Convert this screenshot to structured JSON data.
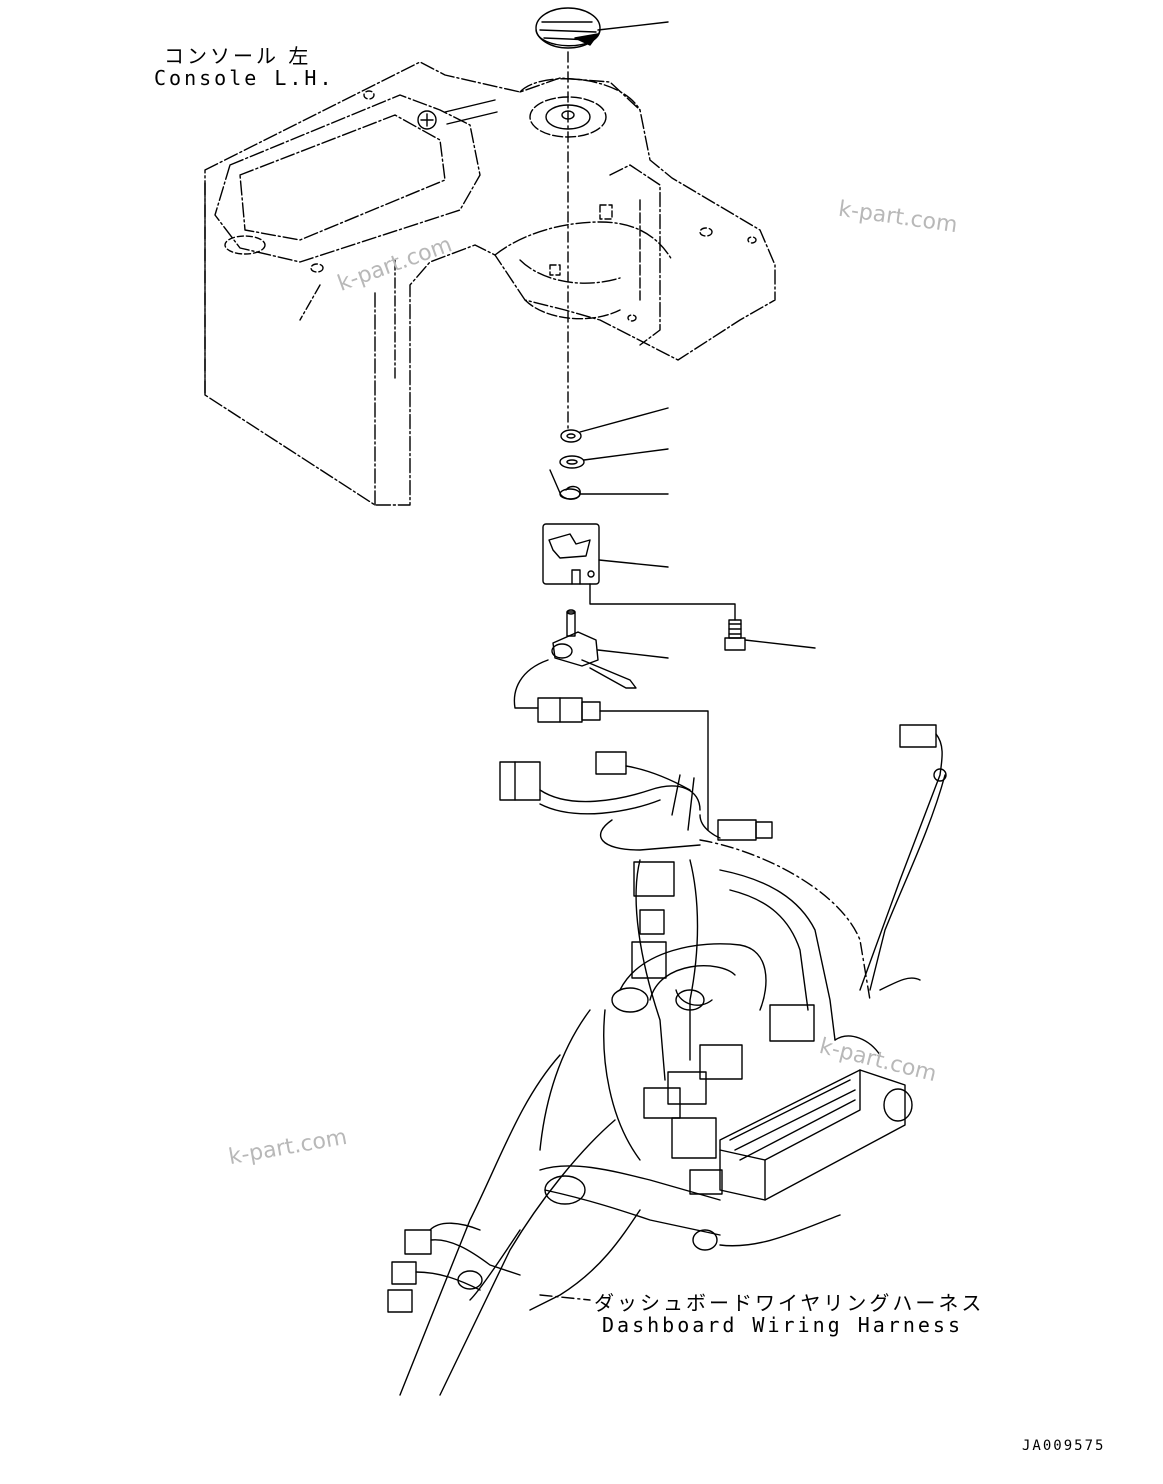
{
  "labels": {
    "console_jp": "コンソール 左",
    "console_en": "Console L.H.",
    "harness_jp": "ダッシュボードワイヤリングハーネス",
    "harness_en": "Dashboard Wiring Harness"
  },
  "watermark": "k-part.com",
  "drawing_code": "JA009575"
}
